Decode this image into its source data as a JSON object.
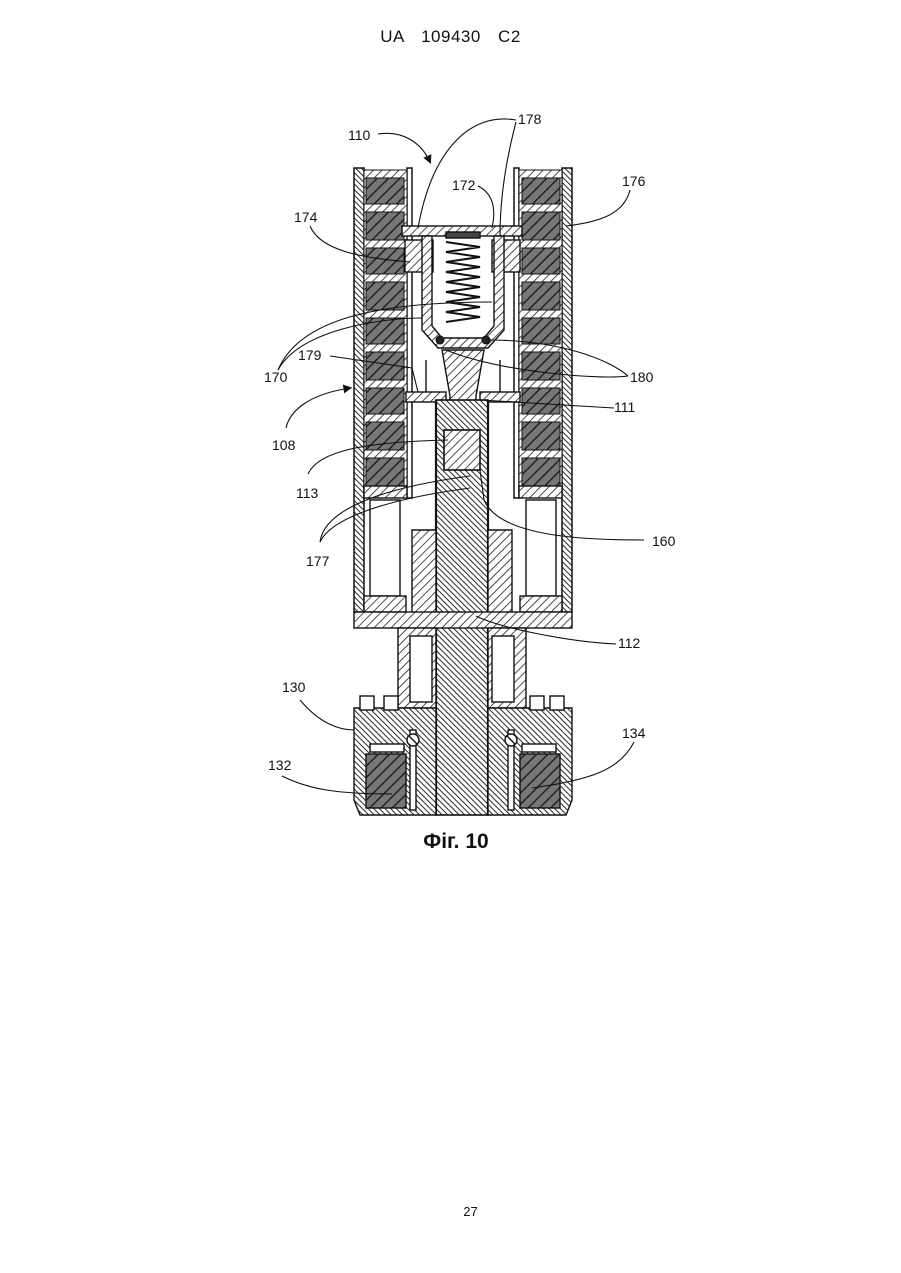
{
  "header": {
    "text": "UA   109430   C2"
  },
  "figure": {
    "caption": "Фіг. 10",
    "labels": {
      "l110": "110",
      "l178": "178",
      "l172": "172",
      "l176": "176",
      "l174": "174",
      "l170": "170",
      "l179": "179",
      "l180": "180",
      "l111": "111",
      "l108": "108",
      "l113": "113",
      "l160": "160",
      "l177": "177",
      "l112": "112",
      "l130": "130",
      "l134": "134",
      "l132": "132"
    }
  },
  "page": {
    "number": "27"
  }
}
